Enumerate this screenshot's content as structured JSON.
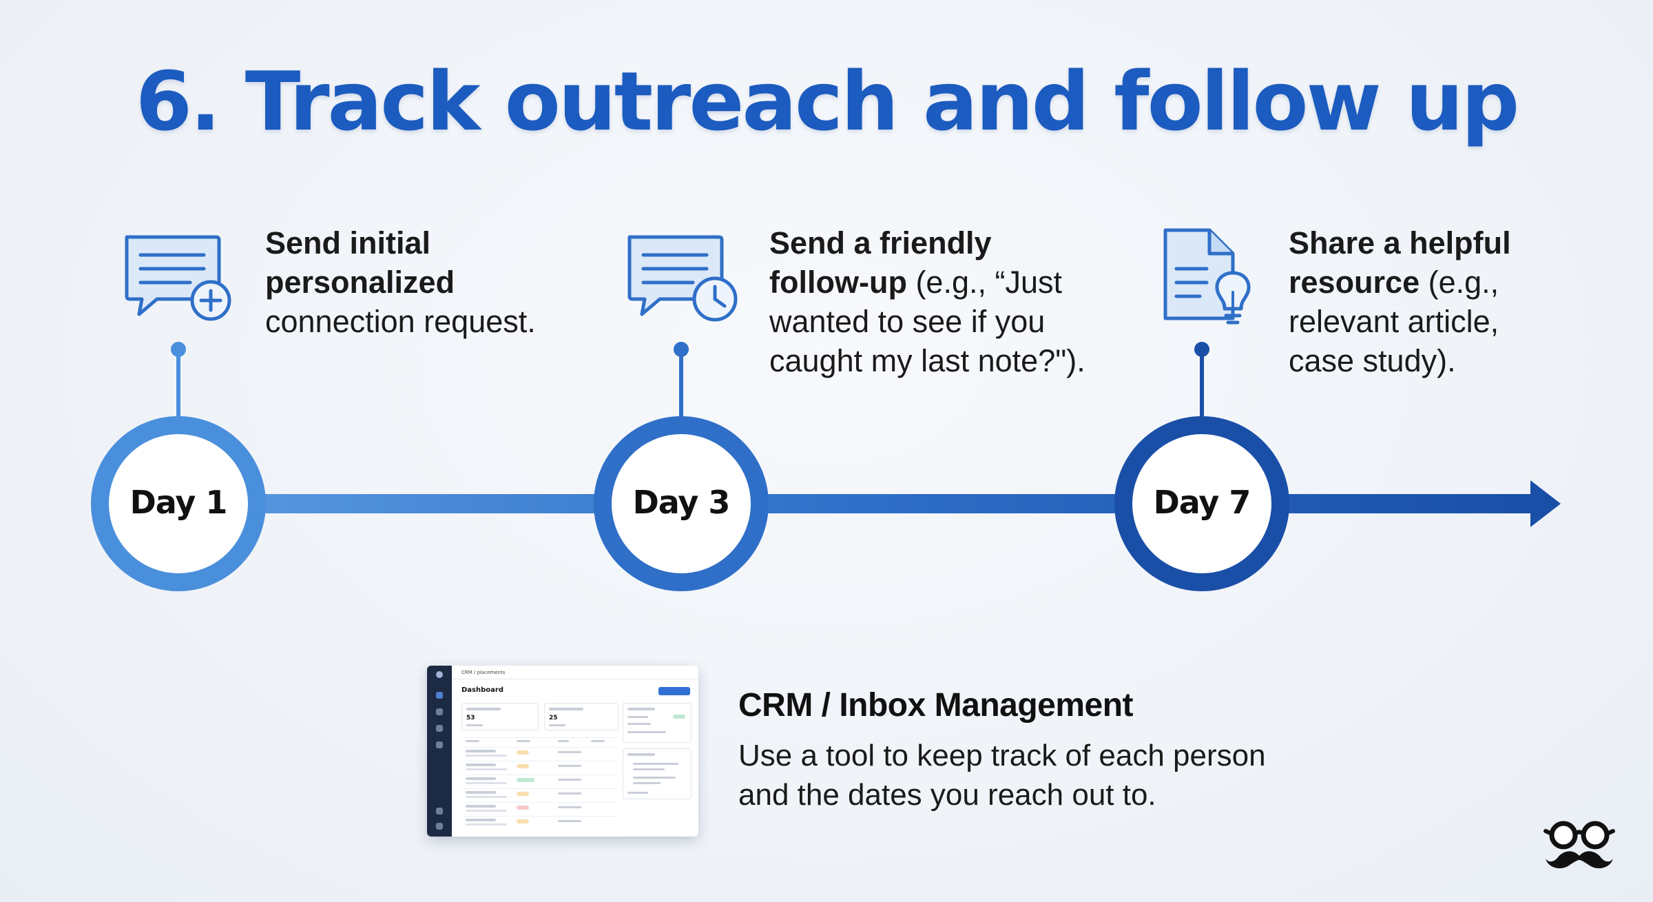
{
  "title": "6. Track outreach and follow up",
  "colors": {
    "title": "#1c5bbf",
    "ring_day1": "#4a8fdc",
    "ring_day3": "#2f6fc8",
    "ring_day7": "#1a4fa8",
    "icon_fill": "#dbe8f8",
    "icon_stroke": "#2f6fc8"
  },
  "steps": [
    {
      "day": "Day 1",
      "icon": "chat-bubble-plus-icon",
      "bold": [
        "Send initial",
        "personalized"
      ],
      "rest": [
        "connection request."
      ]
    },
    {
      "day": "Day 3",
      "icon": "chat-bubble-clock-icon",
      "bold_line1": "Send a friendly",
      "bold_line2": "follow-up",
      "rest_line2": " (e.g., “Just",
      "rest": [
        "wanted to see if you",
        "caught my last note?\")."
      ]
    },
    {
      "day": "Day 7",
      "icon": "document-lightbulb-icon",
      "bold_line1": "Share a helpful",
      "bold_line2": "resource",
      "rest_line2": " (e.g.,",
      "rest": [
        "relevant article,",
        "case study)."
      ]
    }
  ],
  "crm": {
    "title": "CRM / Inbox Management",
    "desc_line1": "Use a tool to keep track of each person",
    "desc_line2": "and the dates you reach out to.",
    "dashboard_heading": "Dashboard",
    "dashboard_breadcrumb": "CRM / placements",
    "stat_1": "53",
    "stat_2": "25"
  },
  "logo_icon": "glasses-mustache-icon"
}
